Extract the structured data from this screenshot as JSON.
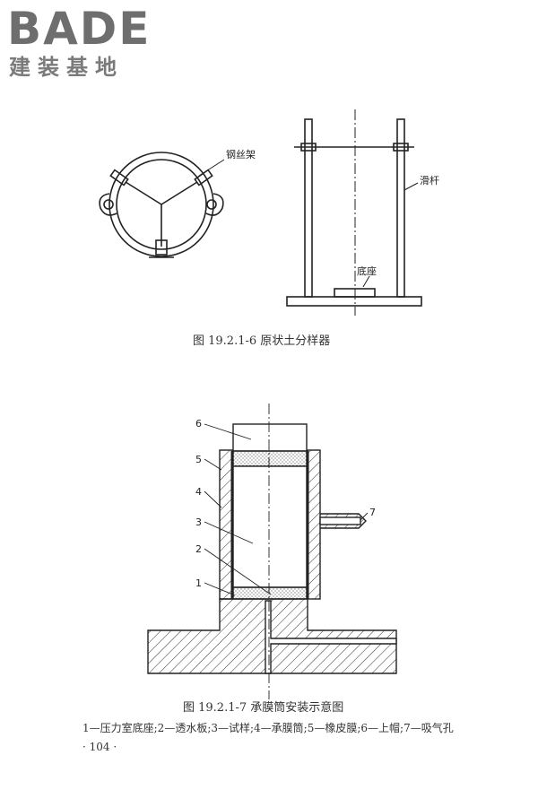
{
  "logo": {
    "brand": "BADE",
    "tagline": "建装基地"
  },
  "figure1": {
    "caption": "图 19.2.1-6   原状土分样器",
    "label_wire_frame": "钢丝架",
    "label_slide_rod": "滑杆",
    "label_base": "底座"
  },
  "figure2": {
    "caption": "图 19.2.1-7   承膜筒安装示意图",
    "callouts": [
      "1",
      "2",
      "3",
      "4",
      "5",
      "6",
      "7"
    ],
    "legend": "1—压力室底座;2—透水板;3—试样;4—承膜筒;5—橡皮膜;6—上帽;7—吸气孔"
  },
  "page_number": "· 104 ·"
}
